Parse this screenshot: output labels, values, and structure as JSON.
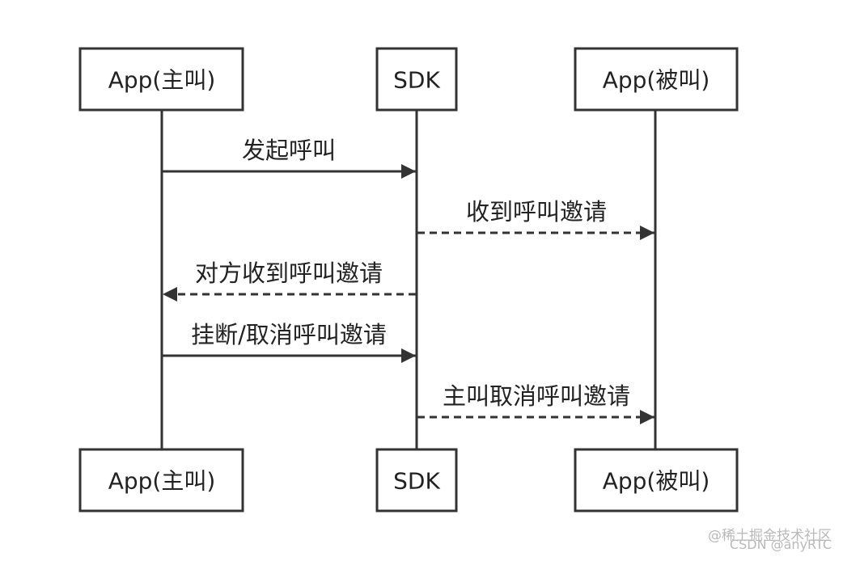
{
  "participants": [
    {
      "id": "caller",
      "label": "App(主叫)"
    },
    {
      "id": "sdk",
      "label": "SDK"
    },
    {
      "id": "callee",
      "label": "App(被叫)"
    }
  ],
  "messages": [
    {
      "id": "m1",
      "from": "caller",
      "to": "sdk",
      "label": "发起呼叫",
      "style": "solid"
    },
    {
      "id": "m2",
      "from": "sdk",
      "to": "callee",
      "label": "收到呼叫邀请",
      "style": "dashed"
    },
    {
      "id": "m3",
      "from": "sdk",
      "to": "caller",
      "label": "对方收到呼叫邀请",
      "style": "dashed"
    },
    {
      "id": "m4",
      "from": "caller",
      "to": "sdk",
      "label": "挂断/取消呼叫邀请",
      "style": "solid"
    },
    {
      "id": "m5",
      "from": "sdk",
      "to": "callee",
      "label": "主叫取消呼叫邀请",
      "style": "dashed"
    }
  ],
  "watermark": {
    "line1": "@稀土掘金技术社区",
    "line2": "CSDN @anyRTC"
  },
  "colors": {
    "stroke": "#333333",
    "text": "#222222",
    "watermark": "#b9b9b9"
  }
}
